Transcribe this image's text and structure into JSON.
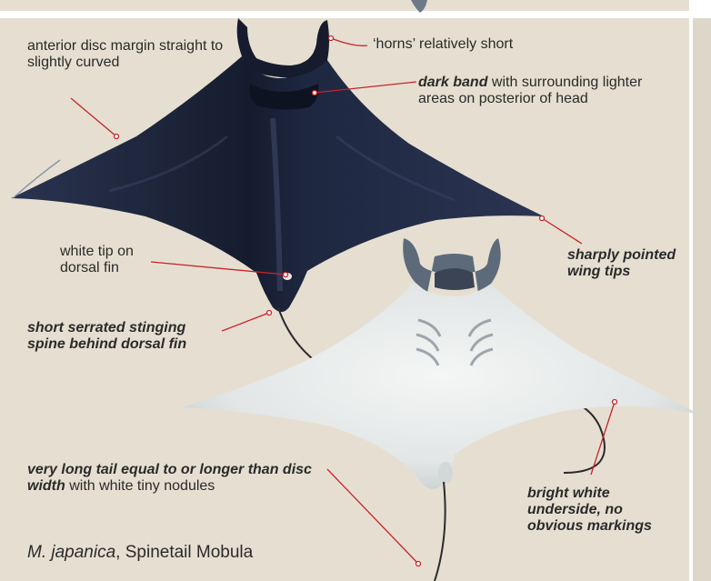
{
  "labels": {
    "anterior_disc": "anterior disc margin straight to slightly curved",
    "horns": "‘horns’ relatively short",
    "dark_band_bold": "dark band",
    "dark_band_rest": " with surrounding lighter areas on posterior of head",
    "white_tip": "white tip on dorsal fin",
    "wing_tips": "sharply pointed wing tips",
    "spine": "short serrated stinging spine behind dorsal fin",
    "tail_bold": "very long tail equal to or longer than disc width",
    "tail_rest": " with white tiny nodules",
    "underside": "bright white underside, no obvious markings"
  },
  "caption": {
    "species": "M. japanica",
    "common_name": ", Spinetail Mobula"
  },
  "colors": {
    "background": "#e6dfd1",
    "dorsal_body": "#1b2236",
    "ventral_body": "#eceeed",
    "leader_line": "#c8232c"
  }
}
